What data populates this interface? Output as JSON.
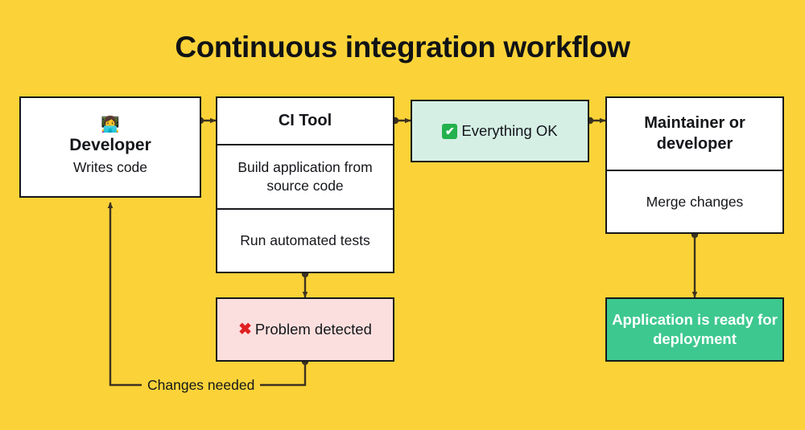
{
  "diagram": {
    "title": "Continuous integration workflow",
    "background_color": "#FBD338",
    "line_color": "#3c3320",
    "border_color": "#15171a",
    "nodes": {
      "developer": {
        "icon": "person-at-computer-emoji",
        "icon_glyph": "👩‍💻",
        "name": "Developer",
        "subtitle": "Writes code"
      },
      "ci_tool": {
        "header": "CI Tool",
        "steps": [
          "Build application from source code",
          "Run automated tests"
        ]
      },
      "everything_ok": {
        "icon": "white-check-mark-icon",
        "icon_glyph": "✔",
        "label": "Everything OK",
        "fill": "#D5EFE5"
      },
      "maintainer": {
        "header": "Maintainer or developer",
        "action": "Merge changes"
      },
      "problem_detected": {
        "icon": "cross-mark-icon",
        "icon_glyph": "✖",
        "label": "Problem detected",
        "fill": "#FBDFDE"
      },
      "deployment": {
        "label": "Application is ready for deployment",
        "fill": "#3DC88F",
        "text_color": "#ffffff"
      }
    },
    "edges": [
      {
        "from": "developer",
        "to": "ci_tool",
        "label": ""
      },
      {
        "from": "ci_tool",
        "to": "everything_ok",
        "label": ""
      },
      {
        "from": "everything_ok",
        "to": "maintainer",
        "label": ""
      },
      {
        "from": "ci_tool",
        "to": "problem_detected",
        "label": ""
      },
      {
        "from": "maintainer",
        "to": "deployment",
        "label": ""
      },
      {
        "from": "problem_detected",
        "to": "developer",
        "label": "Changes needed"
      }
    ],
    "labels": {
      "changes_needed": "Changes needed"
    }
  }
}
